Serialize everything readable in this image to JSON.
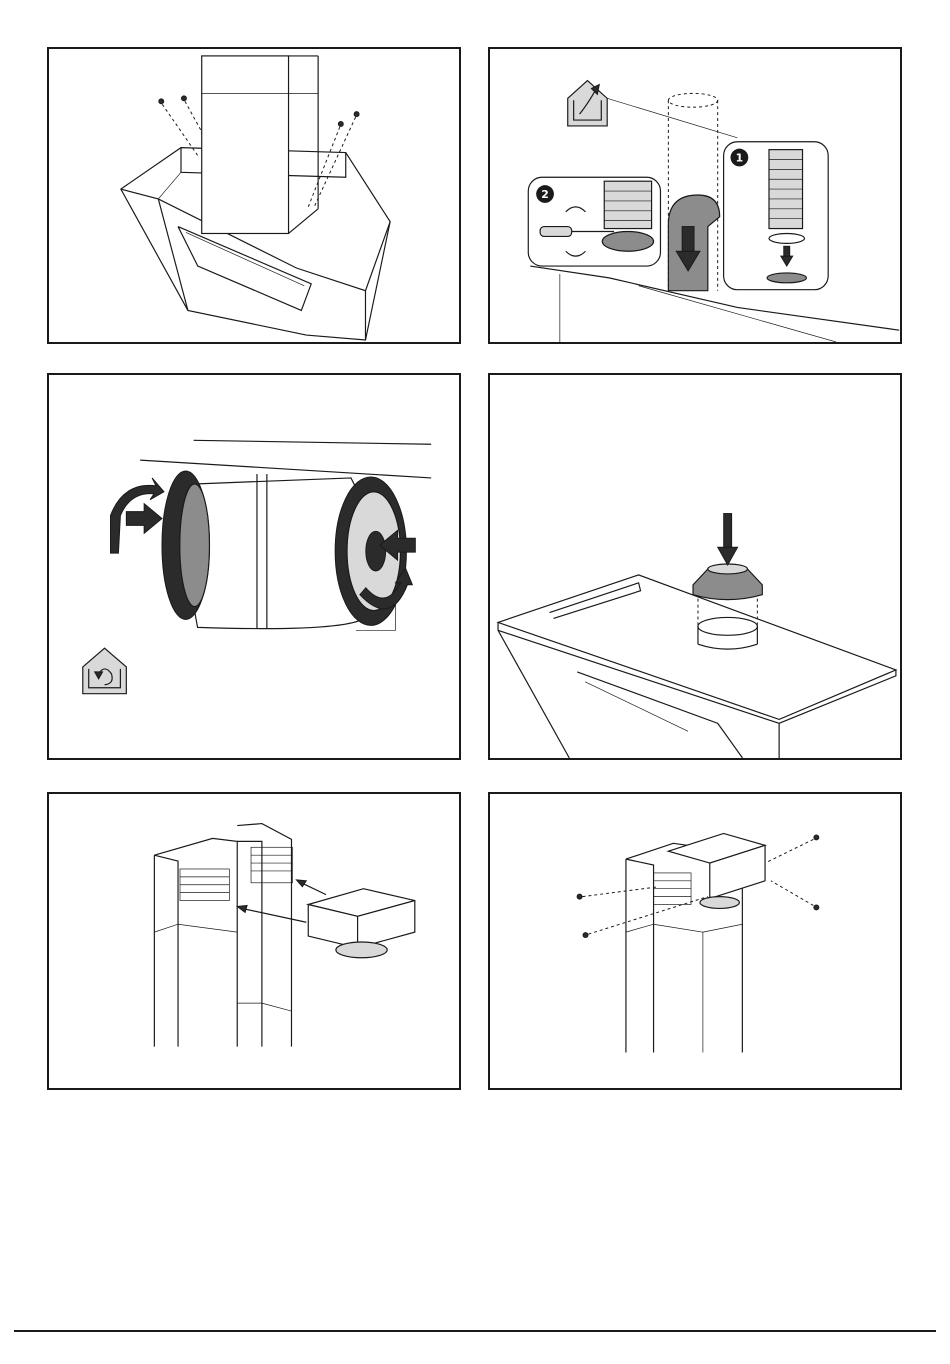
{
  "document": {
    "panels": [
      {
        "id": "p1",
        "illustration": "chimney-screw-fixing"
      },
      {
        "id": "p2",
        "illustration": "ducted-outlet-connection"
      },
      {
        "id": "p3",
        "illustration": "carbon-filter-installation"
      },
      {
        "id": "p4",
        "illustration": "outlet-collar-fitting"
      },
      {
        "id": "p5",
        "illustration": "chimney-bracket-insertion"
      },
      {
        "id": "p6",
        "illustration": "chimney-bracket-screw-fixing"
      }
    ],
    "step_markers": {
      "step_one": "1",
      "step_two": "2"
    },
    "icons": {
      "ducted_mode": "house-exhaust-icon",
      "recirculation_mode": "house-recirculation-icon"
    },
    "colors": {
      "line": "#1a1a1a",
      "mid_gray": "#8c8c8c",
      "filter_dark": "#2b2b2b",
      "light_gray": "#d9d9d9"
    }
  }
}
